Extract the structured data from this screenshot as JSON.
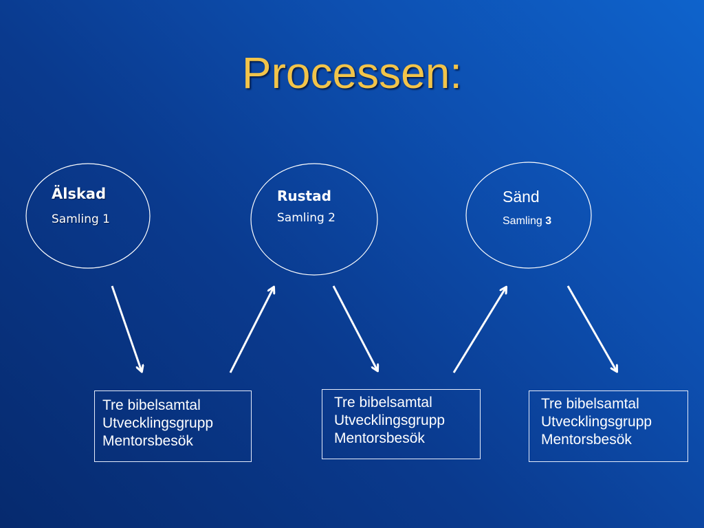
{
  "slide": {
    "title": "Processen:"
  },
  "stages": [
    {
      "name": "Älskad",
      "sub_label": "Samling 1",
      "sub_number": ""
    },
    {
      "name": "Rustad",
      "sub_label": "Samling 2",
      "sub_number": ""
    },
    {
      "name": "Sänd",
      "sub_label": "Samling ",
      "sub_number": "3"
    }
  ],
  "boxes": [
    {
      "lines": [
        "Tre bibelsamtal",
        "Utvecklingsgrupp",
        "Mentorsbesök"
      ]
    },
    {
      "lines": [
        "Tre bibelsamtal",
        "Utvecklingsgrupp",
        "Mentorsbesök"
      ]
    },
    {
      "lines": [
        "Tre bibelsamtal",
        "Utvecklingsgrupp",
        "Mentorsbesök"
      ]
    }
  ],
  "colors": {
    "title": "#f2c44a",
    "outline": "#ffffff"
  }
}
